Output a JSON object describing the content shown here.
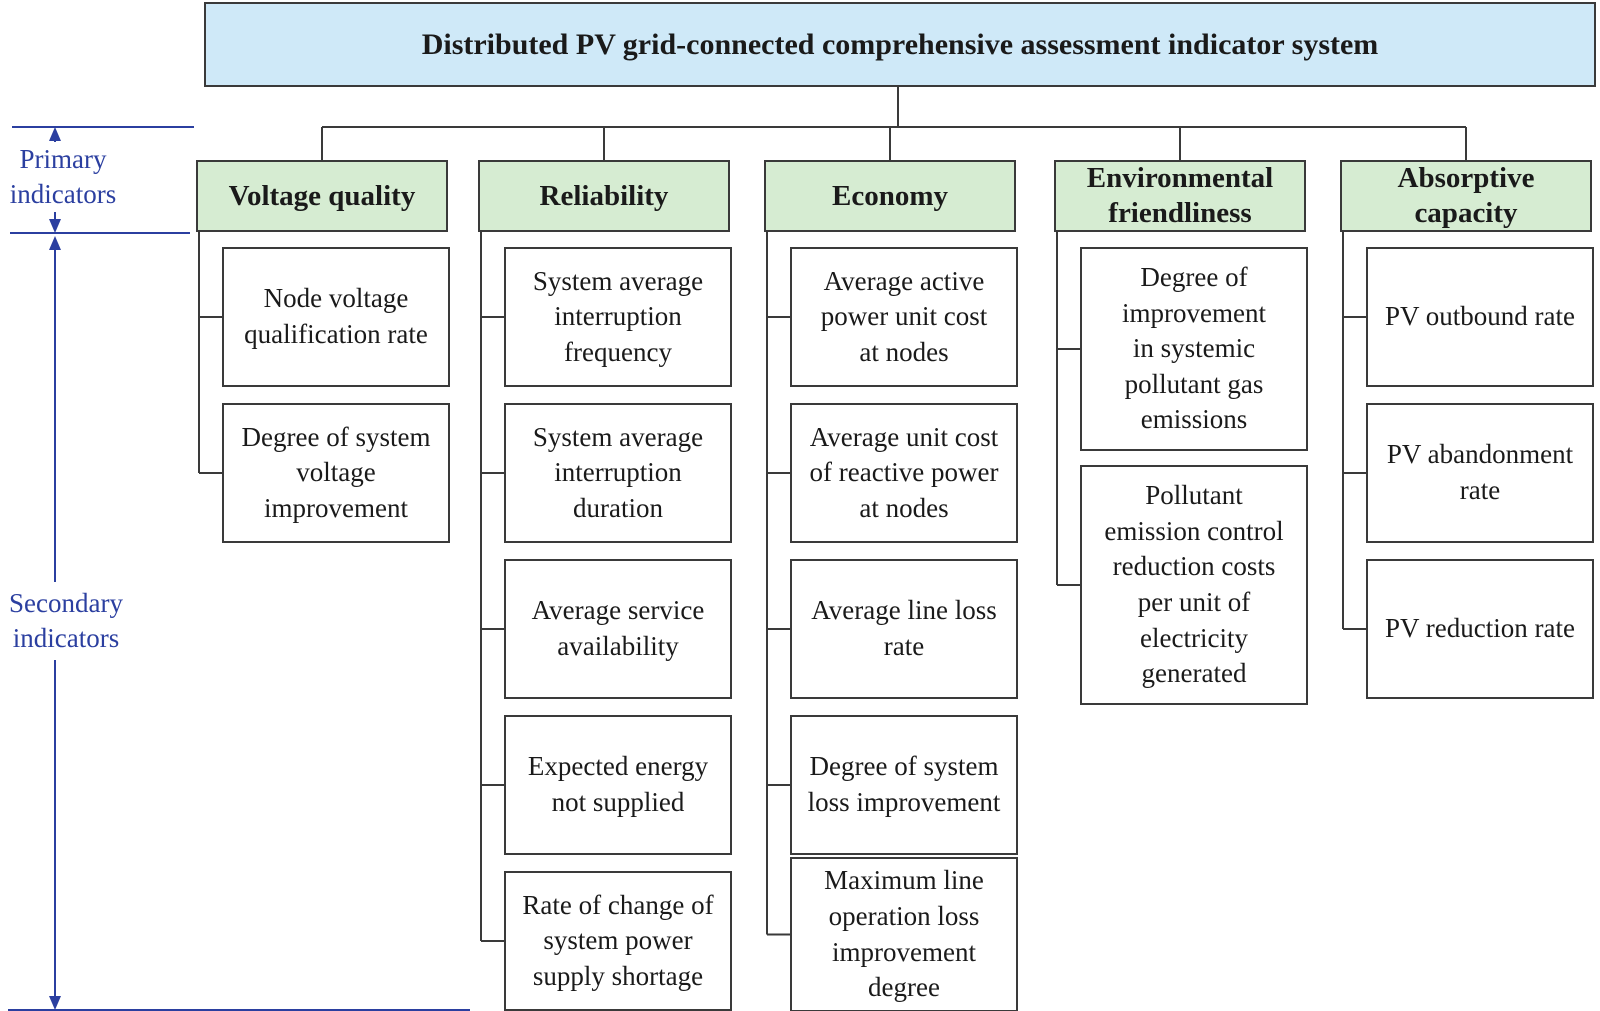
{
  "root": {
    "label": "Distributed PV grid-connected comprehensive assessment indicator system"
  },
  "side_labels": {
    "primary": "Primary\nindicators",
    "secondary": "Secondary\nindicators"
  },
  "colors": {
    "root_fill": "#cfe9f8",
    "primary_fill": "#d6ecd2",
    "side_label": "#2b3fa0",
    "line": "#3a3a3a"
  },
  "categories": [
    {
      "label": "Voltage quality",
      "indicators": [
        "Node voltage\nqualification rate",
        "Degree of system\nvoltage\nimprovement"
      ]
    },
    {
      "label": "Reliability",
      "indicators": [
        "System average\ninterruption\nfrequency",
        "System average\ninterruption\nduration",
        "Average service\navailability",
        "Expected energy\nnot supplied",
        "Rate of change of\nsystem power\nsupply shortage"
      ]
    },
    {
      "label": "Economy",
      "indicators": [
        "Average active\npower unit cost\nat nodes",
        "Average unit cost\nof reactive power\nat nodes",
        "Average line loss\nrate",
        "Degree of system\nloss improvement",
        "Maximum line\noperation loss\nimprovement\ndegree"
      ]
    },
    {
      "label": "Environmental\nfriendliness",
      "indicators": [
        "Degree of\nimprovement\nin systemic\npollutant gas\nemissions",
        "Pollutant\nemission control\nreduction costs\nper unit of\nelectricity\ngenerated"
      ]
    },
    {
      "label": "Absorptive\ncapacity",
      "indicators": [
        "PV outbound  rate",
        "PV abandonment\nrate",
        "PV reduction rate"
      ]
    }
  ]
}
